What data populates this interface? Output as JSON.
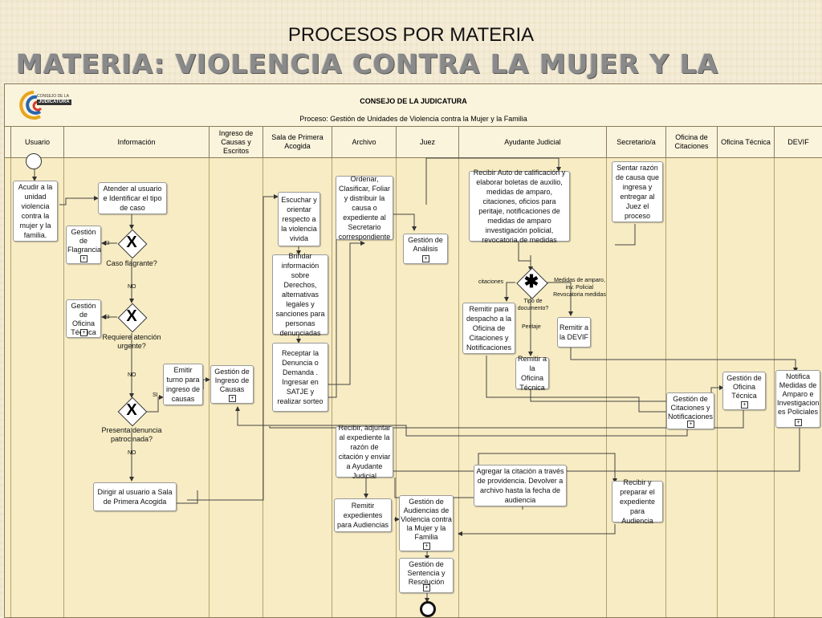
{
  "slide": {
    "title": "PROCESOS POR MATERIA",
    "subtitle": "MATERIA: VIOLENCIA CONTRA LA MUJER Y LA FAMILIA"
  },
  "header": {
    "organization": "CONSEJO DE LA JUDICATURA",
    "process": "Proceso: Gestión de Unidades de Violencia contra la Mujer y la Familia",
    "logo_text_1": "CONSEJO DE LA",
    "logo_text_2": "JUDICATURA"
  },
  "lanes": [
    "Usuario",
    "Información",
    "Ingreso de Causas y Escritos",
    "Sala de Primera Acogida",
    "Archivo",
    "Juez",
    "Ayudante Judicial",
    "Secretario/a",
    "Oficina de Citaciones",
    "Oficina Técnica",
    "DEVIF"
  ],
  "tasks": {
    "acudir": "Acudir a la unidad violencia contra la mujer y la familia.",
    "atender": "Atender al usuario e Identificar el tipo de caso",
    "emitir_turno": "Emitir turno para ingreso de causas",
    "dirigir": "Dirigir al usuario a Sala de Primera Acogida",
    "escuchar": "Escuchar y orientar respecto a la violencia vivida",
    "brindar": "Brindar información sobre Derechos, alternativas legales y sanciones para personas denunciadas",
    "receptar": "Receptar la Denuncia o Demanda . Ingresar en SATJE y realizar sorteo",
    "ordenar": "Ordenar, Clasificar, Foliar y distribuir la causa o expediente al Secretario correspondiente",
    "recibir_adjuntar": "Recibir, adjuntar al expediente la razón de citación y enviar a Ayudante Judicial",
    "remitir_expedientes": "Remitir expedientes para Audiencias",
    "recibir_auto": "Recibir Auto de calificación y elaborar boletas de auxilio, medidas de amparo, citaciones, oficios para peritaje, notificaciones de medidas de amparo investigación policial, revocatoria de medidas",
    "remitir_despacho": "Remitir para despacho a la Oficina de Citaciones y Notificaciones",
    "remitir_devif": "Remitir a la DEVIF",
    "remitir_tecnica": "Remitir a la Oficina Técnica",
    "agregar_citacion": "Agregar la citación a través de providencia. Devolver a archivo hasta la fecha de audiencia",
    "sentar_razon": "Sentar razón de causa que ingresa y entregar al Juez el proceso",
    "recibir_preparar": "Recibir y preparar el expediente para Audiencia"
  },
  "subprocesses": {
    "flagrancia": "Gestión de Flagrancia",
    "oficina_tecnica_info": "Gestión de Oficina Técnica",
    "ingreso_causas": "Gestión de Ingreso de Causas",
    "analisis": "Gestión de Análisis",
    "audiencias": "Gestión de Audiencias de Violencia contra la Mujer y la Familia",
    "sentencia": "Gestión de Sentencia y Resolución",
    "citaciones": "Gestión de Citaciones y Notificaciones",
    "oficina_tecnica": "Gestión de Oficina Técnica",
    "devif": "Notifica Medidas de Amparo e Investigacion es Policiales"
  },
  "gateways": {
    "caso_flagrante": "Caso flagrante?",
    "atencion_urgente": "Requiere atención urgente?",
    "denuncia_patrocinada": "Presenta denuncia patrocinada?",
    "tipo_documento": "Tipo de documento?"
  },
  "edge_labels": {
    "si1": "SI",
    "no1": "NO",
    "si2": "SI",
    "no2": "NO",
    "si3": "SI",
    "no3": "NO",
    "citaciones": "citaciones",
    "medidas": "Medidas de amparo, inv. Policial Revocatoria medidas",
    "peritaje": "Peritaje"
  },
  "symbols": {
    "exclusive": "X",
    "complex": "✱",
    "plus": "+"
  }
}
